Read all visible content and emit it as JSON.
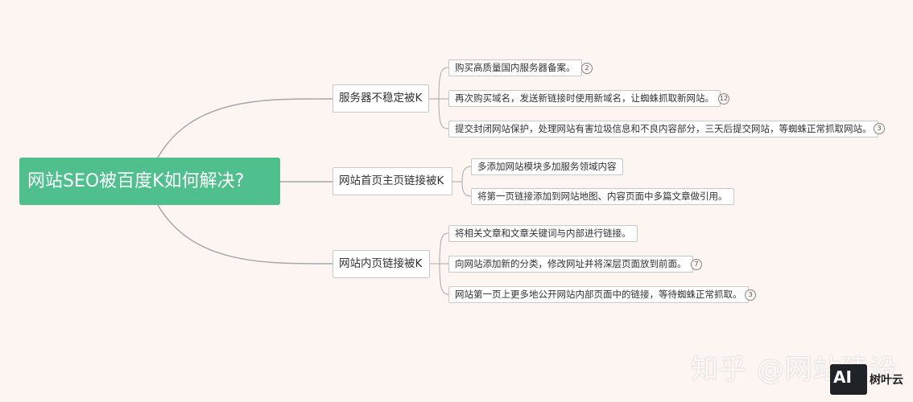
{
  "mindmap": {
    "root": "网站SEO被百度K如何解决?",
    "branches": [
      {
        "label": "服务器不稳定被K",
        "leaves": [
          {
            "text": "购买高质量国内服务器备案。",
            "badge": "2"
          },
          {
            "text": "再次购买域名，发送新链接时使用新域名，让蜘蛛抓取新网站。",
            "badge": "12"
          },
          {
            "text": "提交封闭网站保护，处理网站有害垃圾信息和不良内容部分，三天后提交网站，等蜘蛛正常抓取网站。",
            "badge": "3"
          }
        ]
      },
      {
        "label": "网站首页主页链接被K",
        "leaves": [
          {
            "text": "多添加网站模块多加服务领域内容",
            "badge": ""
          },
          {
            "text": "将第一页链接添加到网站地图、内容页面中多篇文章做引用。",
            "badge": ""
          }
        ]
      },
      {
        "label": "网站内页链接被K",
        "leaves": [
          {
            "text": "将相关文章和文章关键词与内部进行链接。",
            "badge": ""
          },
          {
            "text": "向网站添加新的分类，修改网址并将深层页面放到前面。",
            "badge": "7"
          },
          {
            "text": "网站第一页上更多地公开网站内部页面中的链接，等待蜘蛛正常抓取。",
            "badge": "3"
          }
        ]
      }
    ]
  },
  "watermark": {
    "text": "知乎 @网站建设",
    "logo_letters": "AI",
    "logo_name": "树叶云"
  },
  "colors": {
    "background": "#fcf5f2",
    "root_fill": "#4fc08d",
    "connector": "#a8a8a8",
    "node_border": "#c8c8c8"
  }
}
